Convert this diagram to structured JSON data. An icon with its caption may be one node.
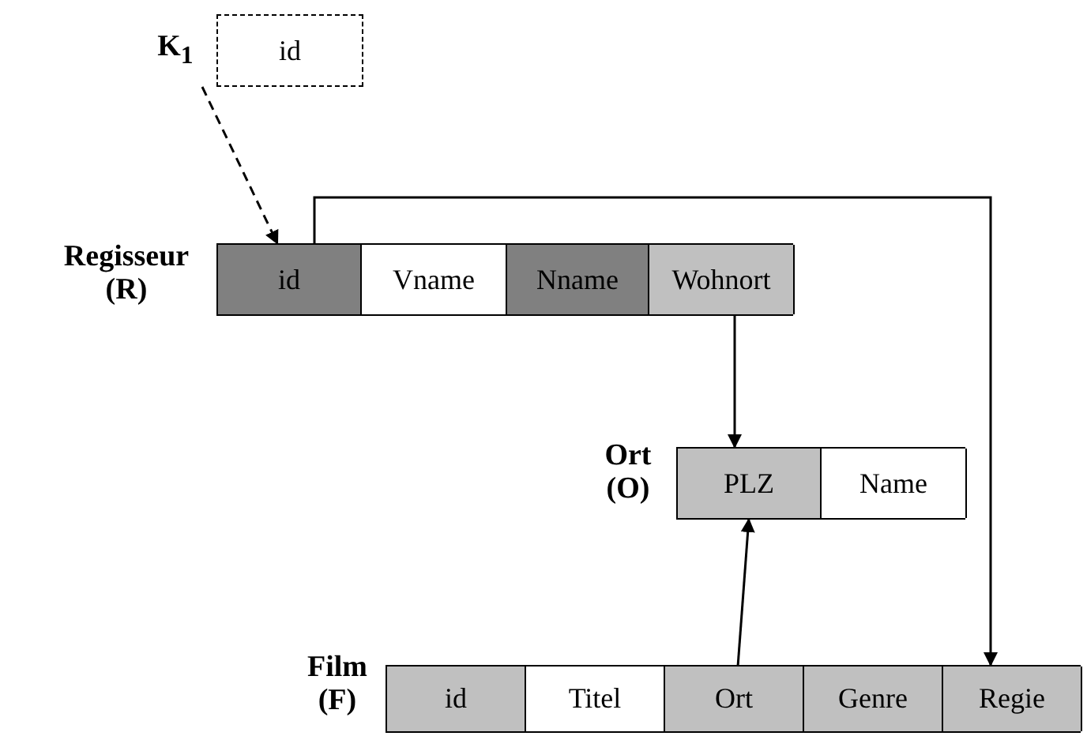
{
  "diagram": {
    "nodes": [
      {
        "text": [
          "K$_{1}$",
          "id"
        ]
      },
      {
        "text": [
          "Regisseur (R)"
        ]
      },
      {
        "text": [
          "id"
        ],
        "in": 1
      },
      {
        "text": [
          "Vname"
        ],
        "in": 1
      },
      {
        "text": [
          "Nname"
        ],
        "in": 1
      },
      {
        "text": [
          "Wohnort"
        ],
        "in": 1
      },
      {
        "text": [
          "Ort (O)"
        ]
      },
      {
        "text": [
          "PLZ"
        ],
        "in": 6
      },
      {
        "text": [
          "Name"
        ],
        "in": 6
      },
      {
        "text": [
          "Film (F)"
        ]
      },
      {
        "text": [
          "id"
        ],
        "in": 9
      },
      {
        "text": [
          "Titel"
        ],
        "in": 9
      },
      {
        "text": [
          "Ort"
        ],
        "in": 9
      },
      {
        "text": [
          "Genre"
        ],
        "in": 9
      },
      {
        "text": [
          "Regie"
        ],
        "in": 9
      }
    ],
    "edges": [
      {
        "from": 0,
        "to": 2,
        "arrow": "to",
        "style": "dashed"
      },
      {
        "from": 2,
        "to": 14,
        "arrow": "to"
      },
      {
        "from": 5,
        "to": 7,
        "arrow": "to"
      },
      {
        "from": 12,
        "to": 7,
        "arrow": "to"
      }
    ]
  }
}
